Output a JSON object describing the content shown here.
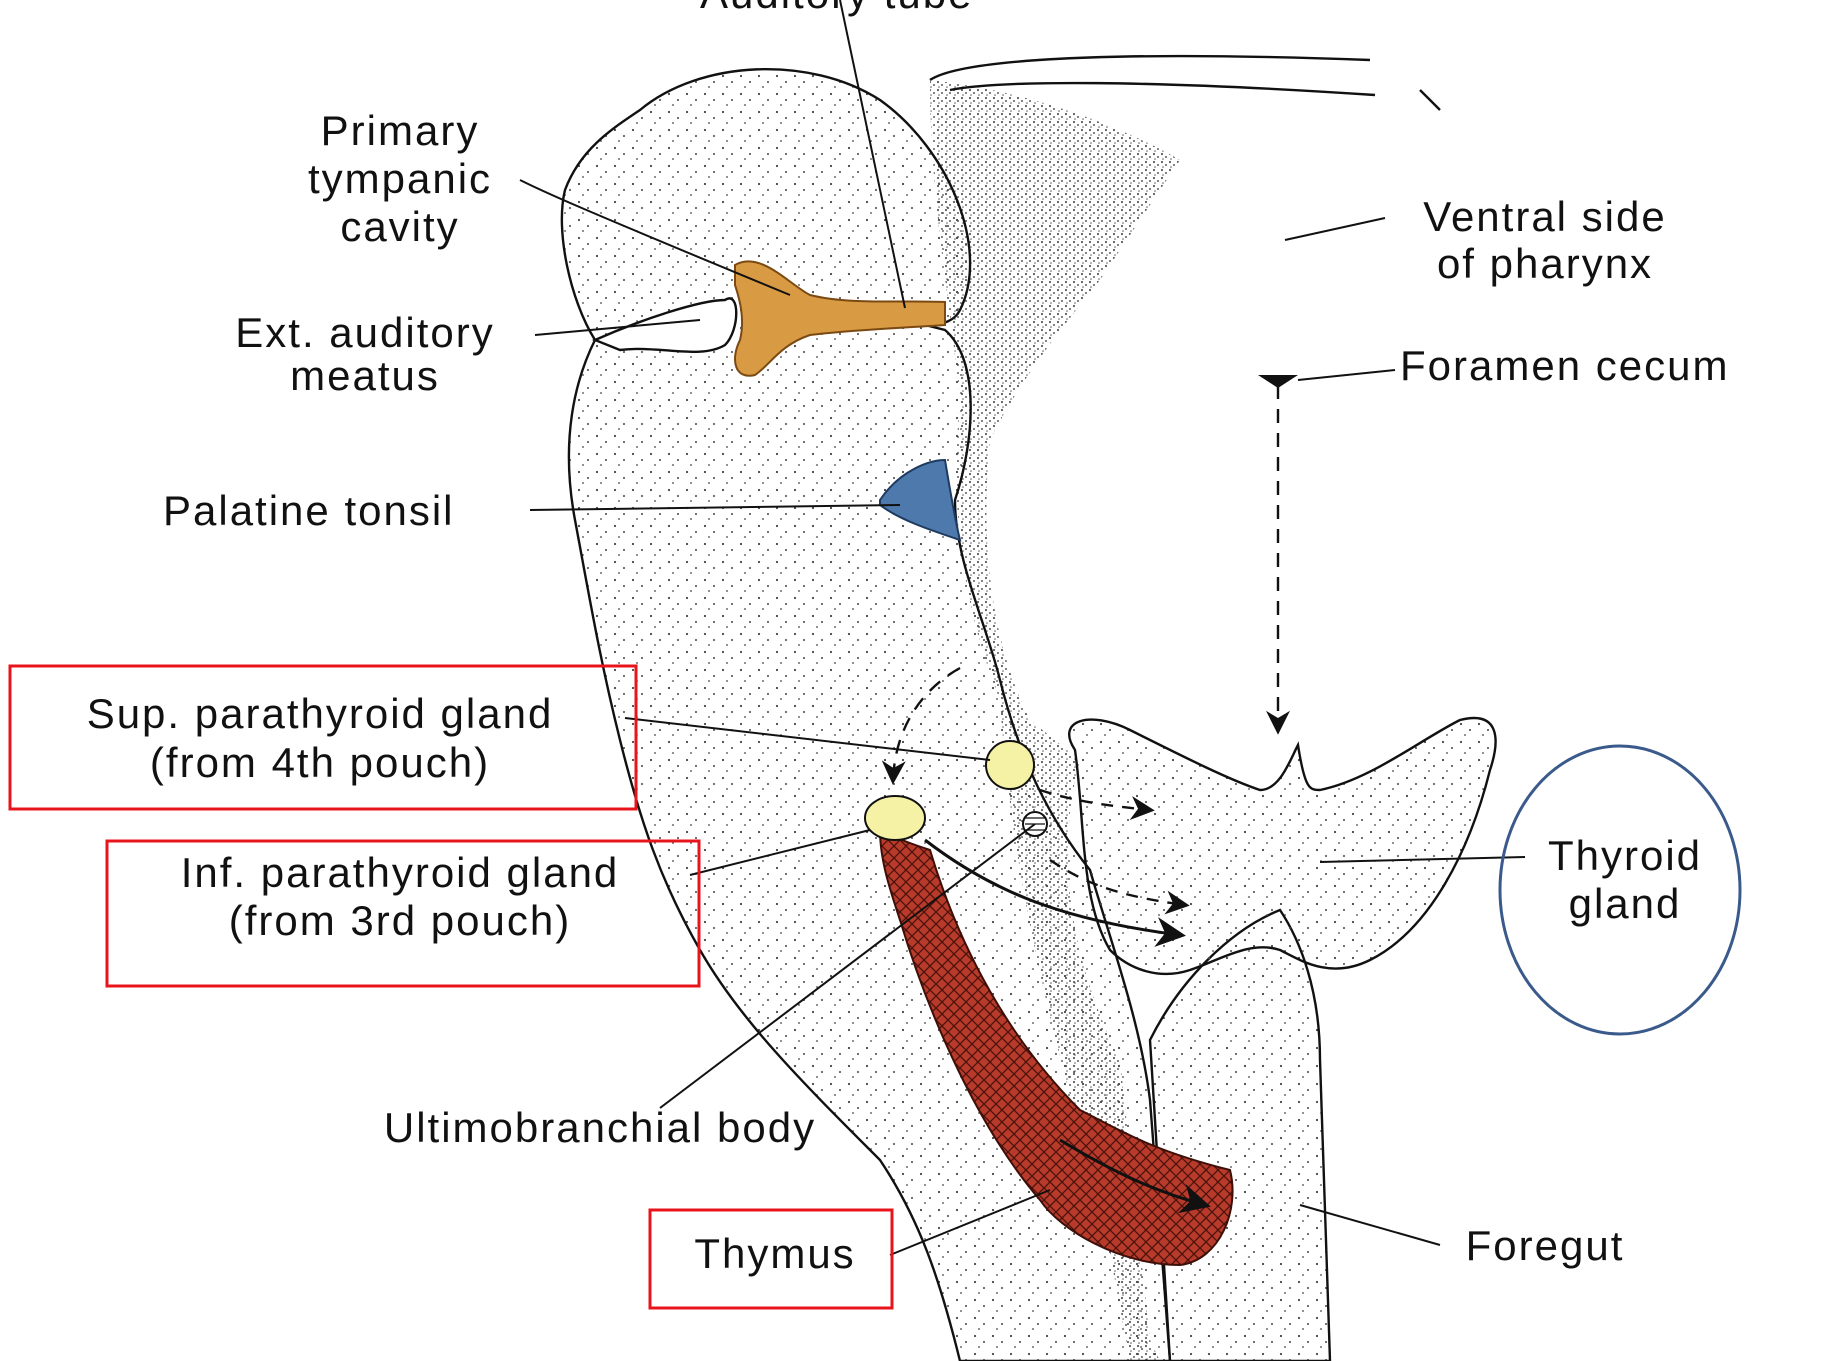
{
  "diagram": {
    "labels": {
      "auditory_tube": "Auditory tube",
      "primary_tympanic_cavity": [
        "Primary",
        "tympanic",
        "cavity"
      ],
      "ext_auditory_meatus": [
        "Ext. auditory",
        "meatus"
      ],
      "palatine_tonsil": "Palatine tonsil",
      "sup_parathyroid": [
        "Sup. parathyroid gland",
        "(from 4th pouch)"
      ],
      "inf_parathyroid": [
        "Inf. parathyroid gland",
        "(from 3rd pouch)"
      ],
      "ultimobranchial_body": "Ultimobranchial body",
      "thymus": "Thymus",
      "ventral_side_pharynx": [
        "Ventral side",
        "of pharynx"
      ],
      "foramen_cecum": "Foramen cecum",
      "thyroid_gland": [
        "Thyroid",
        "gland"
      ],
      "foregut": "Foregut"
    },
    "colors": {
      "tympanic_cavity": "#d99a44",
      "palatine_tonsil": "#4e79ad",
      "parathyroid": "#f5f2a6",
      "thymus": "#b83a2a",
      "highlight_box": "#e8141c",
      "highlight_ellipse": "#3a5a8c",
      "stipple": "#333333"
    }
  }
}
